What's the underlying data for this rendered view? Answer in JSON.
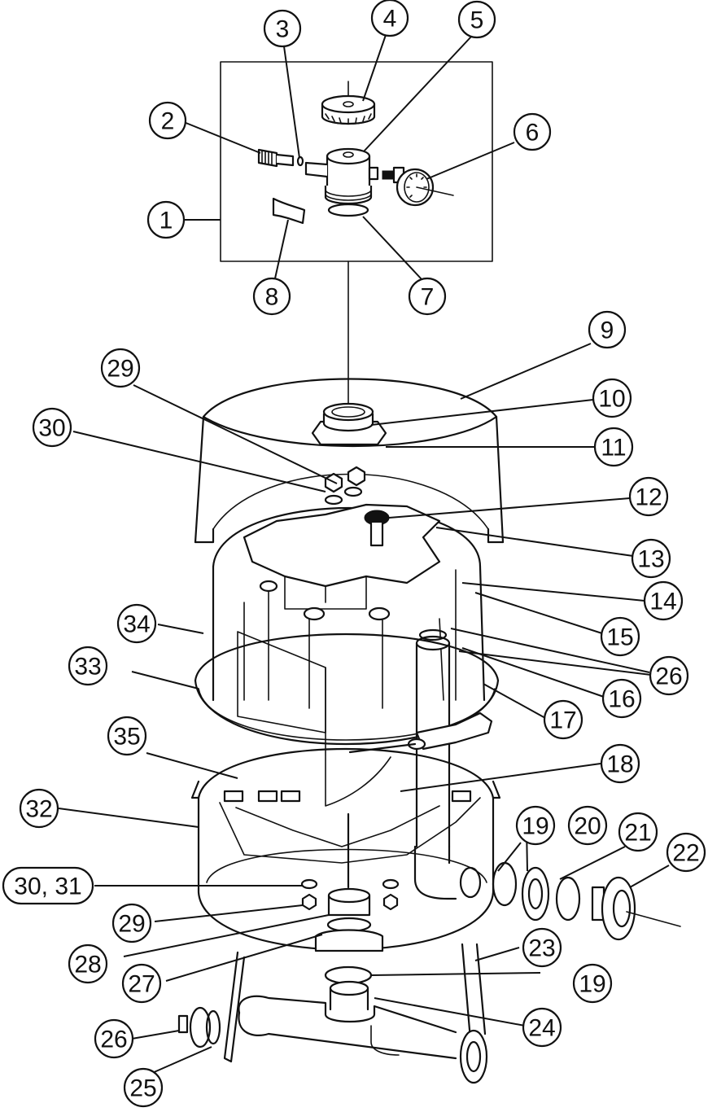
{
  "callouts": [
    {
      "id": "c1",
      "label": "1"
    },
    {
      "id": "c2",
      "label": "2"
    },
    {
      "id": "c3",
      "label": "3"
    },
    {
      "id": "c4",
      "label": "4"
    },
    {
      "id": "c5",
      "label": "5"
    },
    {
      "id": "c6",
      "label": "6"
    },
    {
      "id": "c7",
      "label": "7"
    },
    {
      "id": "c8",
      "label": "8"
    },
    {
      "id": "c9",
      "label": "9"
    },
    {
      "id": "c10",
      "label": "10"
    },
    {
      "id": "c11",
      "label": "11"
    },
    {
      "id": "c12",
      "label": "12"
    },
    {
      "id": "c13",
      "label": "13"
    },
    {
      "id": "c14",
      "label": "14"
    },
    {
      "id": "c15",
      "label": "15"
    },
    {
      "id": "c16",
      "label": "16"
    },
    {
      "id": "c17",
      "label": "17"
    },
    {
      "id": "c18",
      "label": "18"
    },
    {
      "id": "c19a",
      "label": "19"
    },
    {
      "id": "c19b",
      "label": "19"
    },
    {
      "id": "c20",
      "label": "20"
    },
    {
      "id": "c21",
      "label": "21"
    },
    {
      "id": "c22",
      "label": "22"
    },
    {
      "id": "c23",
      "label": "23"
    },
    {
      "id": "c24",
      "label": "24"
    },
    {
      "id": "c25",
      "label": "25"
    },
    {
      "id": "c26a",
      "label": "26"
    },
    {
      "id": "c26b",
      "label": "26"
    },
    {
      "id": "c27",
      "label": "27"
    },
    {
      "id": "c28",
      "label": "28"
    },
    {
      "id": "c29a",
      "label": "29"
    },
    {
      "id": "c29b",
      "label": "29"
    },
    {
      "id": "c30a",
      "label": "30"
    },
    {
      "id": "c30b",
      "label": "30, 31"
    },
    {
      "id": "c32",
      "label": "32"
    },
    {
      "id": "c33",
      "label": "33"
    },
    {
      "id": "c34",
      "label": "34"
    },
    {
      "id": "c35",
      "label": "35"
    }
  ]
}
